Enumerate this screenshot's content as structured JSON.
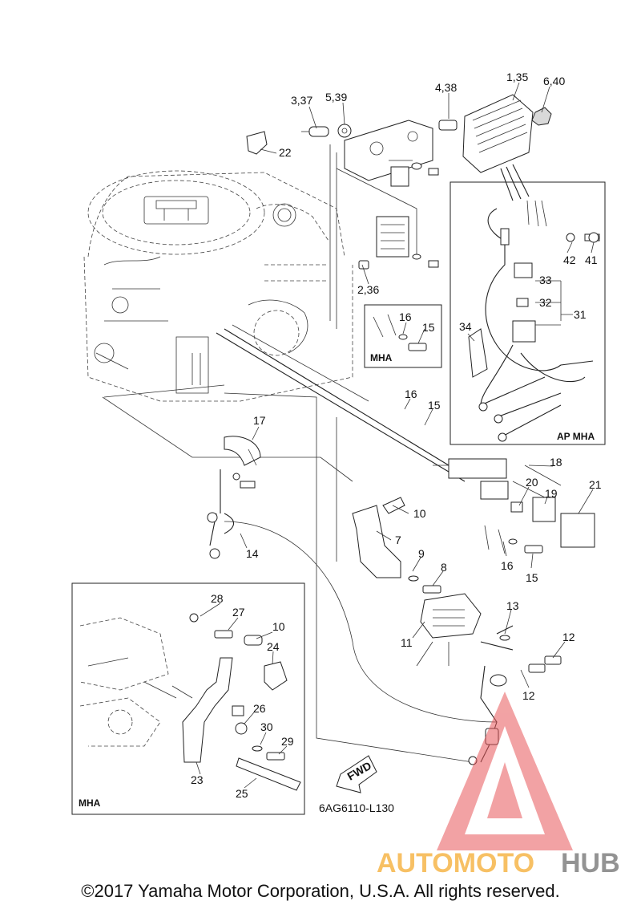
{
  "diagram_code": "6AG6110-L130",
  "copyright": "©2017 Yamaha Motor Corporation, U.S.A. All rights reserved.",
  "watermark": {
    "text_orange": "AUTOMOTO",
    "text_grey": "HUB",
    "color_orange": "#f5a623",
    "color_grey": "#666666",
    "color_logo": "#e8575a"
  },
  "fwd_arrow": "FWD",
  "boxes": {
    "mha_small": "MHA",
    "ap_mha": "AP MHA",
    "mha_large": "MHA"
  },
  "callouts": {
    "c_1_35": "1,35",
    "c_6_40": "6,40",
    "c_4_38": "4,38",
    "c_3_37": "3,37",
    "c_5_39": "5,39",
    "c_22": "22",
    "c_2_36": "2,36",
    "c_42": "42",
    "c_41": "41",
    "c_33": "33",
    "c_32": "32",
    "c_31": "31",
    "c_34": "34",
    "c_16a": "16",
    "c_15a": "15",
    "c_16b": "16",
    "c_15b": "15",
    "c_17": "17",
    "c_18": "18",
    "c_20": "20",
    "c_19": "19",
    "c_21": "21",
    "c_10a": "10",
    "c_7": "7",
    "c_9": "9",
    "c_8": "8",
    "c_16c": "16",
    "c_15c": "15",
    "c_14": "14",
    "c_13": "13",
    "c_11": "11",
    "c_12a": "12",
    "c_12b": "12",
    "c_28": "28",
    "c_27": "27",
    "c_10b": "10",
    "c_24": "24",
    "c_26": "26",
    "c_30": "30",
    "c_29": "29",
    "c_23": "23",
    "c_25": "25"
  }
}
